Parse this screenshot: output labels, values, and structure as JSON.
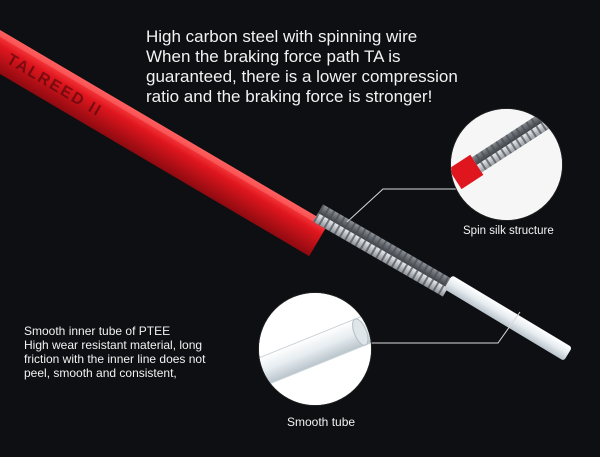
{
  "headline": {
    "lines": [
      "High carbon steel with spinning wire",
      "When the braking force path TA is",
      "guaranteed, there is a lower compression",
      "ratio and the braking force is stronger!"
    ]
  },
  "description": {
    "lines": [
      "Smooth inner tube of PTEE",
      "High wear resistant material, long",
      "friction with the inner line does not",
      "peel, smooth and consistent,"
    ]
  },
  "callouts": {
    "spin_structure": "Spin silk structure",
    "smooth_tube": "Smooth tube"
  },
  "cable_print": "TALREED II",
  "colors": {
    "background": "#0d0f12",
    "housing_red": "#e0161e",
    "steel": "#b9bdc2",
    "ptfe_tube": "#e8eef2",
    "text": "#f2f2f2"
  }
}
